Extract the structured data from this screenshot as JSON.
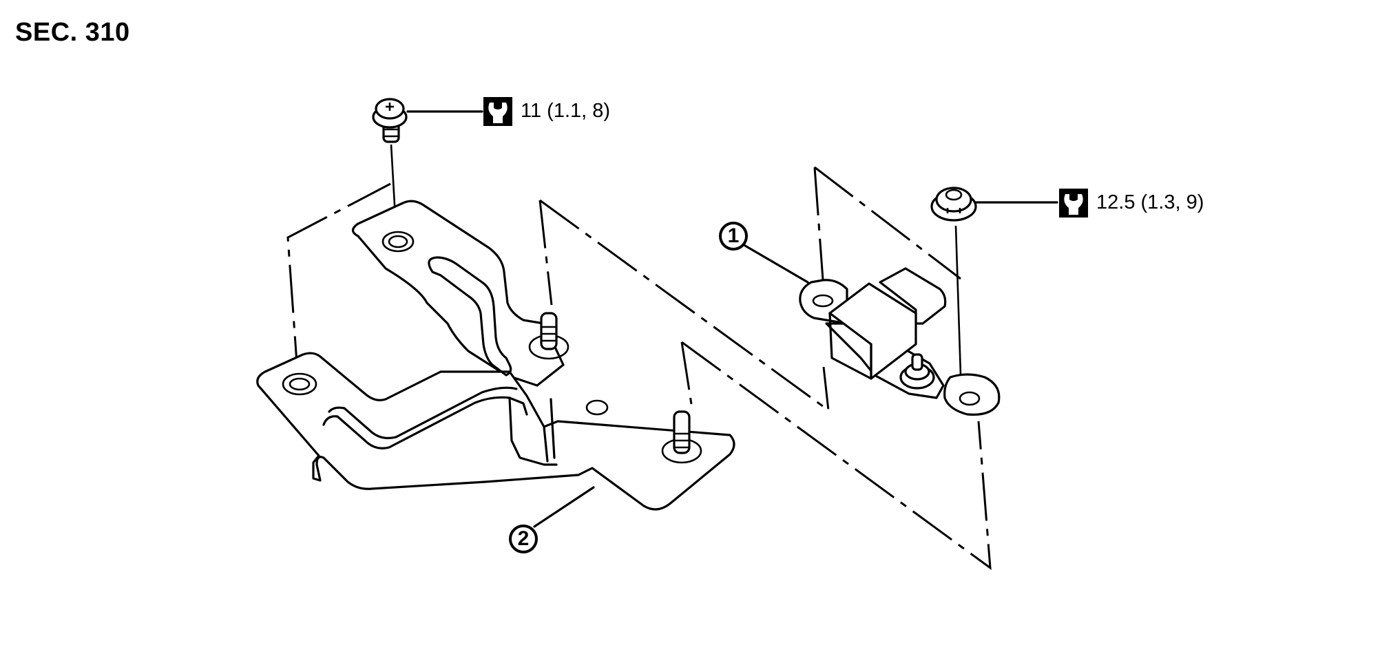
{
  "section_label": "SEC. 310",
  "callouts": [
    {
      "number": "1",
      "part": "sensor"
    },
    {
      "number": "2",
      "part": "bracket"
    }
  ],
  "torque_specs": [
    {
      "fastener": "bolt",
      "icon": "torque-wrench-icon",
      "value": "11 (1.1, 8)"
    },
    {
      "fastener": "nut",
      "icon": "torque-wrench-icon",
      "value": "12.5 (1.3, 9)"
    }
  ],
  "colors": {
    "line": "#000000",
    "background": "#ffffff"
  }
}
